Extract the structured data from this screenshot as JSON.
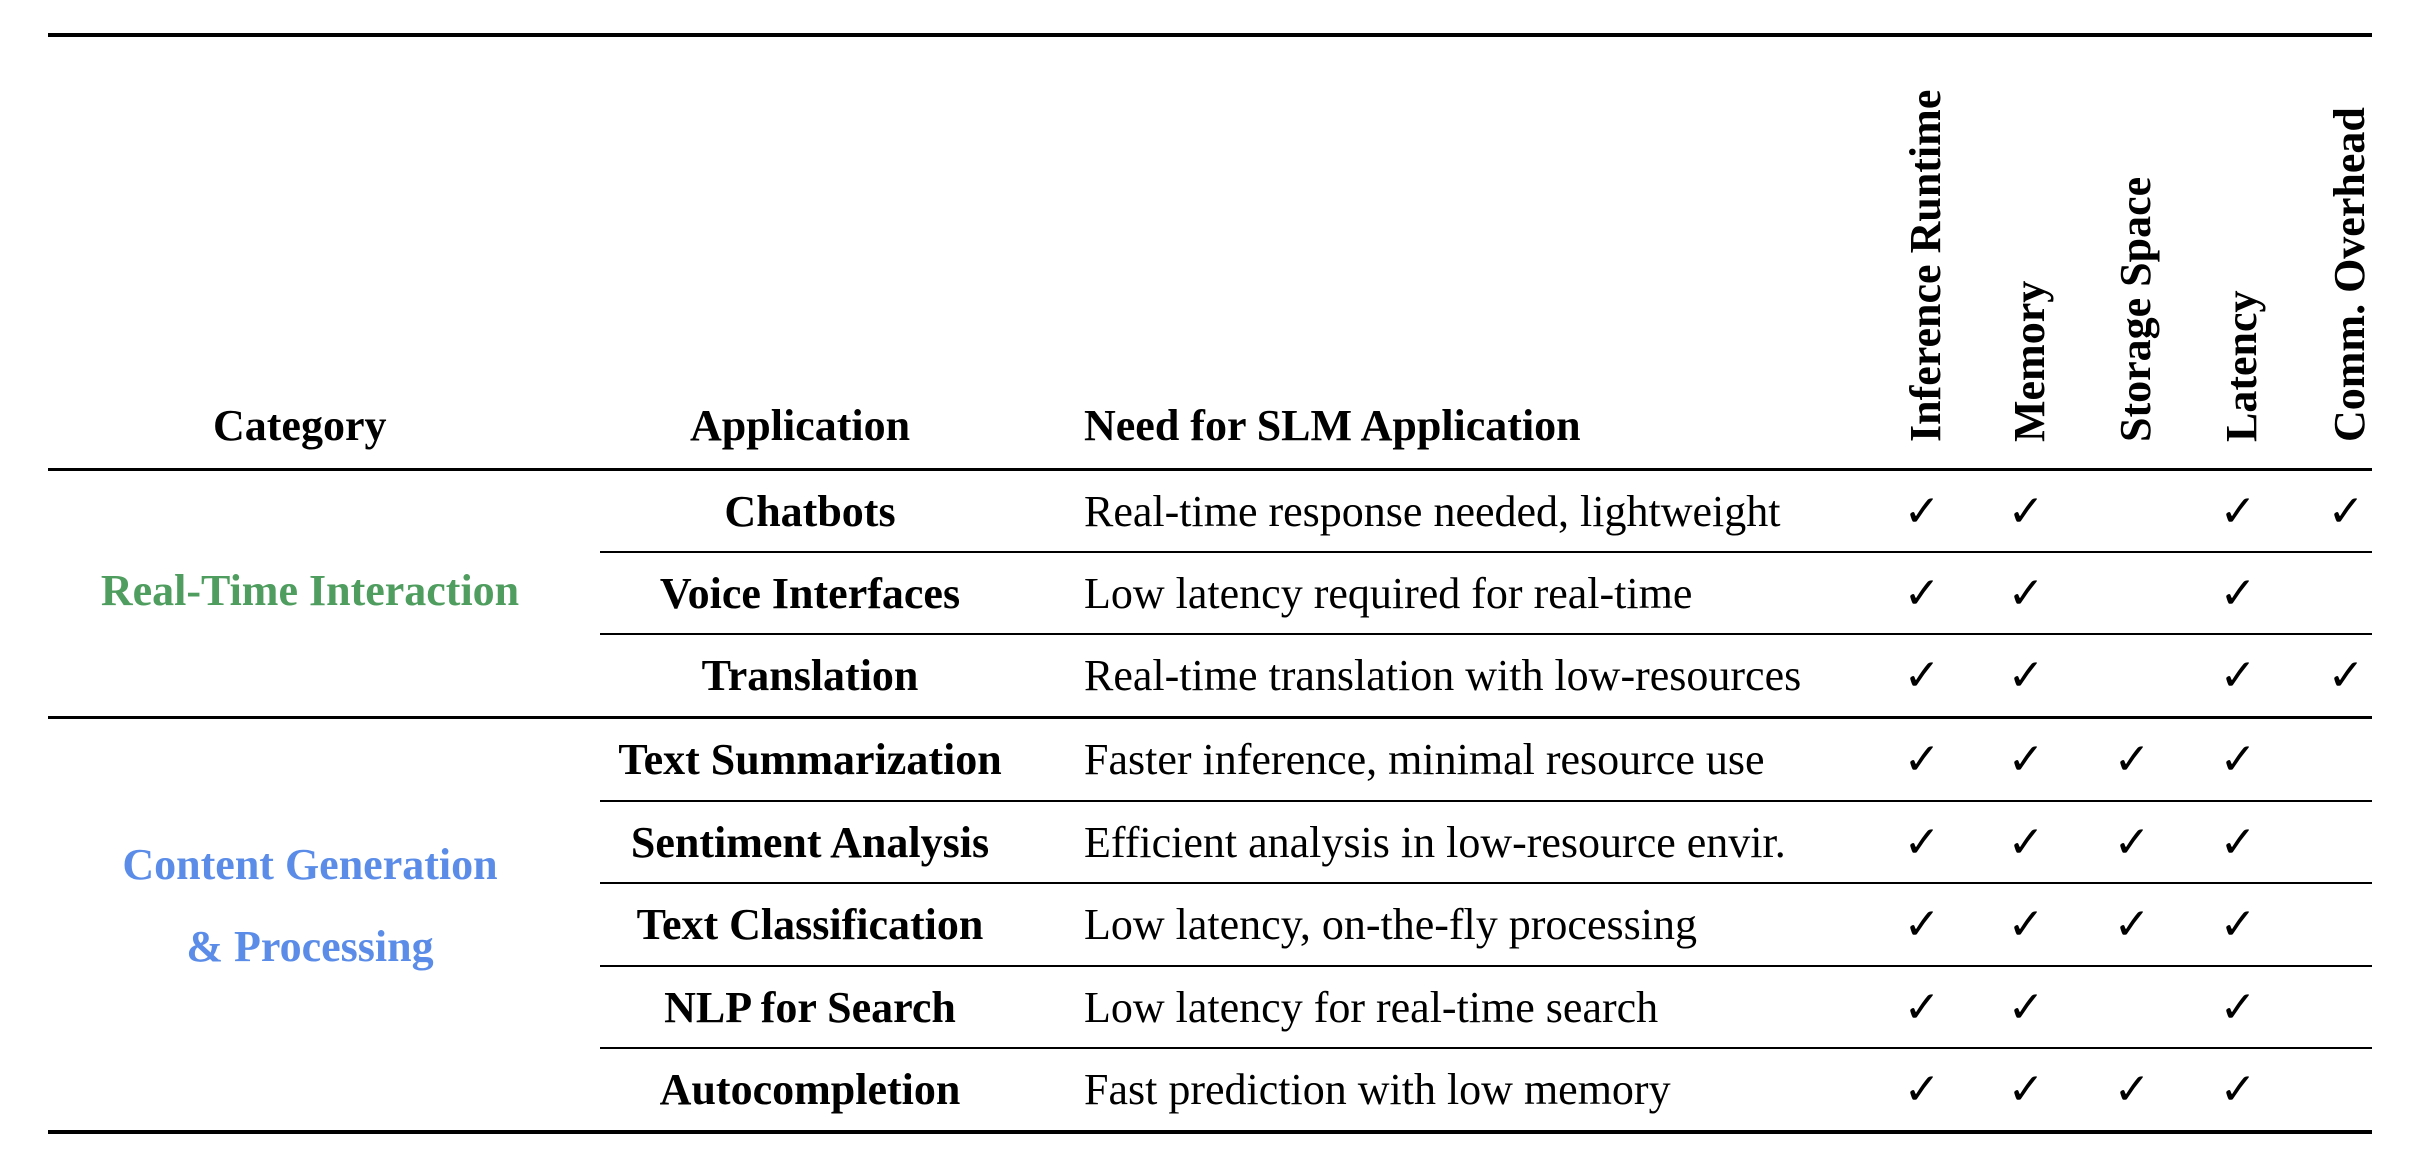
{
  "columns": {
    "category": "Category",
    "application": "Application",
    "need": "Need for SLM Application",
    "metrics": [
      "Inference Runtime",
      "Memory",
      "Storage Space",
      "Latency",
      "Comm. Overhead"
    ]
  },
  "colors": {
    "real_time": "#4f9d5f",
    "content": "#5b8de8"
  },
  "groups": [
    {
      "category_lines": [
        "Real-Time Interaction"
      ],
      "rows": [
        {
          "application": "Chatbots",
          "need": "Real-time response needed, lightweight",
          "checks": [
            true,
            true,
            false,
            true,
            true
          ]
        },
        {
          "application": "Voice Interfaces",
          "need": "Low latency required for real-time",
          "checks": [
            true,
            true,
            false,
            true,
            false
          ]
        },
        {
          "application": "Translation",
          "need": "Real-time translation with low-resources",
          "checks": [
            true,
            true,
            false,
            true,
            true
          ]
        }
      ]
    },
    {
      "category_lines": [
        "Content Generation",
        "& Processing"
      ],
      "rows": [
        {
          "application": "Text Summarization",
          "need": "Faster inference, minimal resource use",
          "checks": [
            true,
            true,
            true,
            true,
            false
          ]
        },
        {
          "application": "Sentiment Analysis",
          "need": "Efficient analysis in low-resource envir.",
          "checks": [
            true,
            true,
            true,
            true,
            false
          ]
        },
        {
          "application": "Text Classification",
          "need": "Low latency, on-the-fly processing",
          "checks": [
            true,
            true,
            true,
            true,
            false
          ]
        },
        {
          "application": "NLP for Search",
          "need": "Low latency for real-time search",
          "checks": [
            true,
            true,
            false,
            true,
            false
          ]
        },
        {
          "application": "Autocompletion",
          "need": "Fast prediction with low memory",
          "checks": [
            true,
            true,
            true,
            true,
            false
          ]
        }
      ]
    }
  ],
  "check_mark": "✓"
}
